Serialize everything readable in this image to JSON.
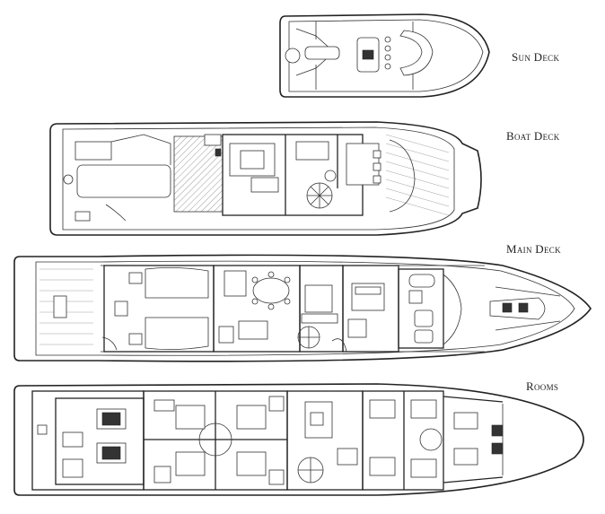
{
  "decks": [
    {
      "id": "sun",
      "label": "Sun Deck"
    },
    {
      "id": "boat",
      "label": "Boat Deck"
    },
    {
      "id": "main",
      "label": "Main Deck"
    },
    {
      "id": "rooms",
      "label": "Rooms"
    }
  ]
}
